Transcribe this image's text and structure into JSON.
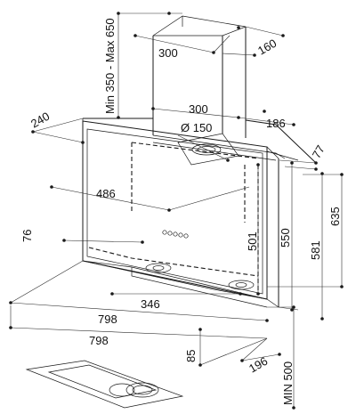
{
  "dimensions": {
    "height_range": "Min 350 - Max 650",
    "chimney_width": "300",
    "chimney_depth": "160",
    "outlet_width": "300",
    "outlet_offset": "186",
    "duct_diameter": "Ø 150",
    "side_depth": "240",
    "top_gap": "77",
    "glass_width": "486",
    "panel_height": "501",
    "panel_height_outer": "550",
    "body_height": "581",
    "total_height": "635",
    "side_offset": "76",
    "filter_width": "346",
    "front_width": "798",
    "total_width": "798",
    "bottom_height": "85",
    "bottom_depth": "196",
    "min_above_hob": "MIN 500"
  }
}
